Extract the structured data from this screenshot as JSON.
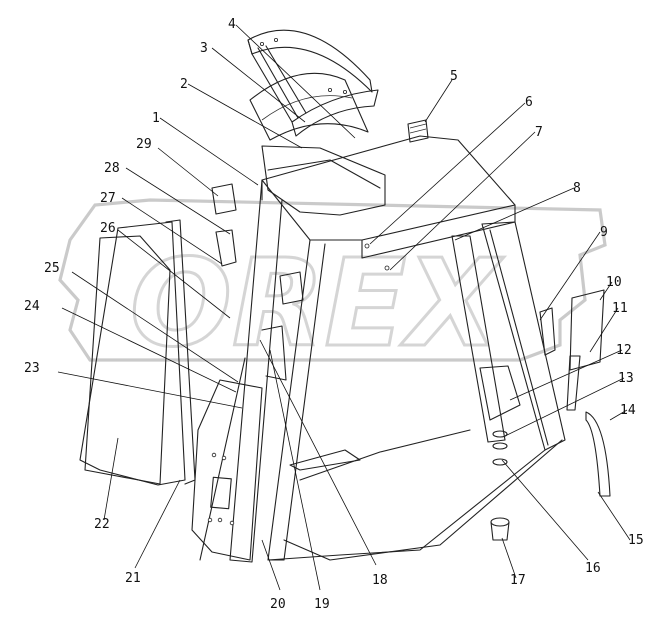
{
  "watermark": "OREX",
  "callouts": [
    {
      "id": "1",
      "label": "1"
    },
    {
      "id": "2",
      "label": "2"
    },
    {
      "id": "3",
      "label": "3"
    },
    {
      "id": "4",
      "label": "4"
    },
    {
      "id": "5",
      "label": "5"
    },
    {
      "id": "6",
      "label": "6"
    },
    {
      "id": "7",
      "label": "7"
    },
    {
      "id": "8",
      "label": "8"
    },
    {
      "id": "9",
      "label": "9"
    },
    {
      "id": "10",
      "label": "10"
    },
    {
      "id": "11",
      "label": "11"
    },
    {
      "id": "12",
      "label": "12"
    },
    {
      "id": "13",
      "label": "13"
    },
    {
      "id": "14",
      "label": "14"
    },
    {
      "id": "15",
      "label": "15"
    },
    {
      "id": "16",
      "label": "16"
    },
    {
      "id": "17",
      "label": "17"
    },
    {
      "id": "18",
      "label": "18"
    },
    {
      "id": "19",
      "label": "19"
    },
    {
      "id": "20",
      "label": "20"
    },
    {
      "id": "21",
      "label": "21"
    },
    {
      "id": "22",
      "label": "22"
    },
    {
      "id": "23",
      "label": "23"
    },
    {
      "id": "24",
      "label": "24"
    },
    {
      "id": "25",
      "label": "25"
    },
    {
      "id": "26",
      "label": "26"
    },
    {
      "id": "27",
      "label": "27"
    },
    {
      "id": "28",
      "label": "28"
    },
    {
      "id": "29",
      "label": "29"
    }
  ]
}
